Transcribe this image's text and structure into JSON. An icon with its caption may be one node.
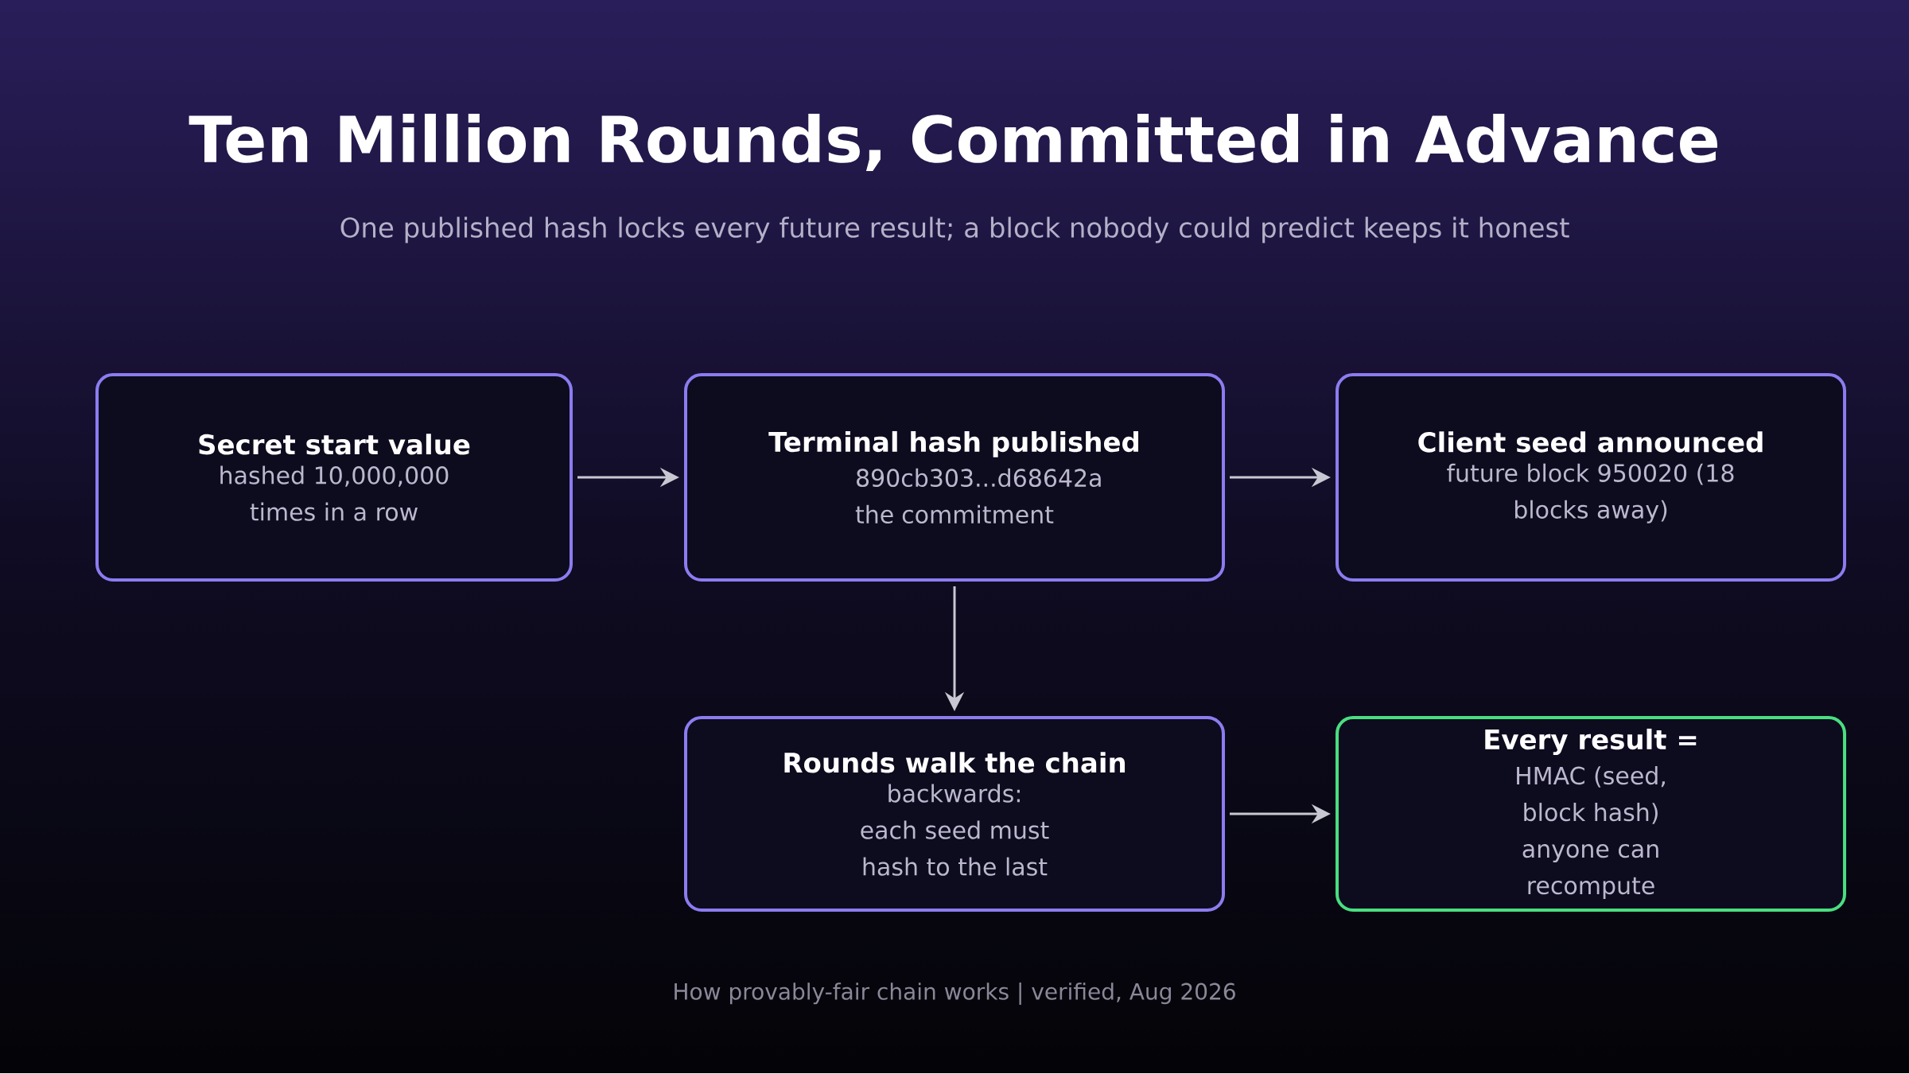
{
  "diagram": {
    "title": "Ten Million Rounds, Committed in Advance",
    "caption": "How provably-fair chain works | verified, Aug 2026",
    "nodes": [
      {
        "text": [
          "Secret start value",
          "hashed 10,000,000 times in a row"
        ]
      },
      {
        "text": [
          "Terminal hash published",
          "890cb303...d68642a the commitment"
        ]
      },
      {
        "text": [
          "Client seed announced",
          "future block 950020 (18 blocks away)"
        ]
      },
      {
        "text": [
          "Rounds walk the chain",
          "backwards: each seed must hash to the last"
        ]
      },
      {
        "text": [
          "Every result =",
          "HMAC (seed, block hash) anyone can recompute"
        ]
      }
    ],
    "edges": [
      {
        "from": 0,
        "to": 1,
        "arrow": "to"
      },
      {
        "from": 1,
        "to": 2,
        "arrow": "to"
      },
      {
        "from": 1,
        "to": 3,
        "arrow": "to"
      },
      {
        "from": 3,
        "to": 4,
        "arrow": "to"
      }
    ],
    "labels": [
      "One published hash locks every future result; a block nobody could predict keeps it honest"
    ]
  }
}
